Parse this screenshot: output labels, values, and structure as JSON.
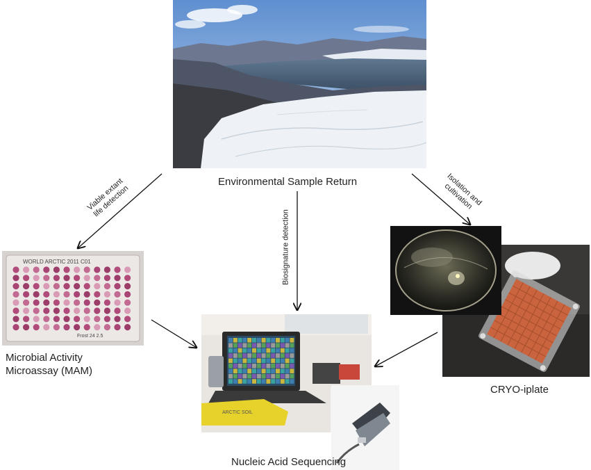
{
  "nodes": {
    "environment": {
      "label": "Environmental Sample Return"
    },
    "mam": {
      "label_line1": "Microbial Activity",
      "label_line2": "Microassay (MAM)"
    },
    "sequencing": {
      "label": "Nucleic Acid Sequencing"
    },
    "cryo": {
      "label": "CRYO-iplate"
    }
  },
  "edges": {
    "viable": {
      "line1": "Viable extant",
      "line2": "life detection"
    },
    "biosignature": {
      "label": "Biosignature detection"
    },
    "isolation": {
      "line1": "Isolation and",
      "line2": "cultivation"
    }
  },
  "photo_text": {
    "plate_top": "WORLD ARCTIC 2011 C01",
    "plate_bottom": "Frost 24 2.5",
    "bag_text": "ARCTIC SOIL"
  },
  "colors": {
    "arrow": "#111111",
    "sky": "#8fb2dc",
    "ice": "#eef2f6",
    "well_pink": "#b04b7a",
    "iplate_orange": "#c9643e"
  }
}
